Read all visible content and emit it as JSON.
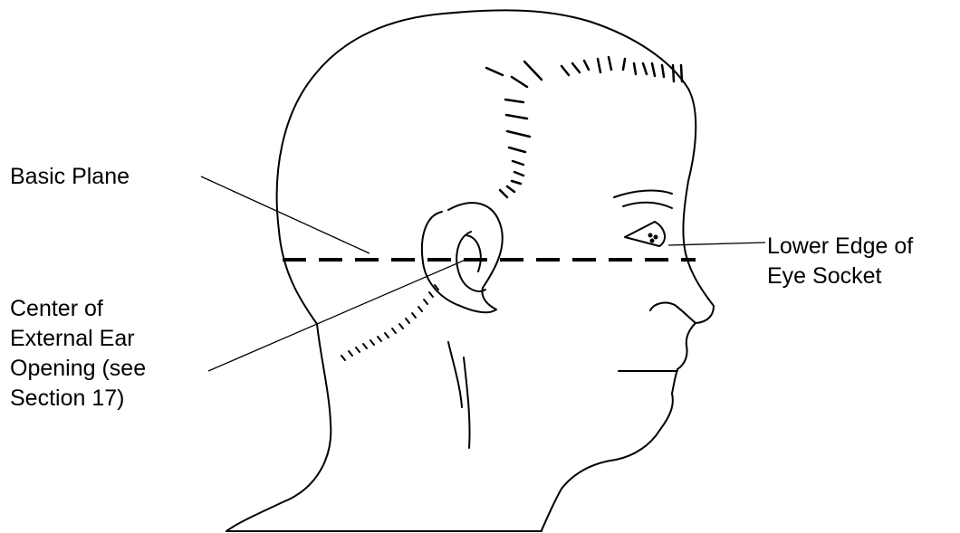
{
  "labels": {
    "basic_plane": "Basic Plane",
    "eye_socket": [
      "Lower Edge of",
      "Eye Socket"
    ],
    "ear_opening": [
      "Center of",
      "External Ear",
      "Opening (see",
      "Section 17)"
    ]
  },
  "colors": {
    "ink": "#000000",
    "background": "#ffffff"
  }
}
